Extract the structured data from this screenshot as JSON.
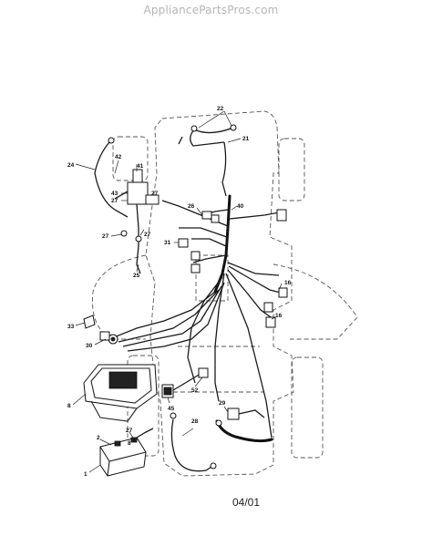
{
  "watermark": "AppliancePartsPros.com",
  "date_code": "04/01",
  "callouts": [
    "1",
    "2",
    "8",
    "16",
    "21",
    "22",
    "24",
    "25",
    "26",
    "27",
    "28",
    "29",
    "30",
    "31",
    "33",
    "40",
    "41",
    "42",
    "43",
    "45",
    "52"
  ]
}
